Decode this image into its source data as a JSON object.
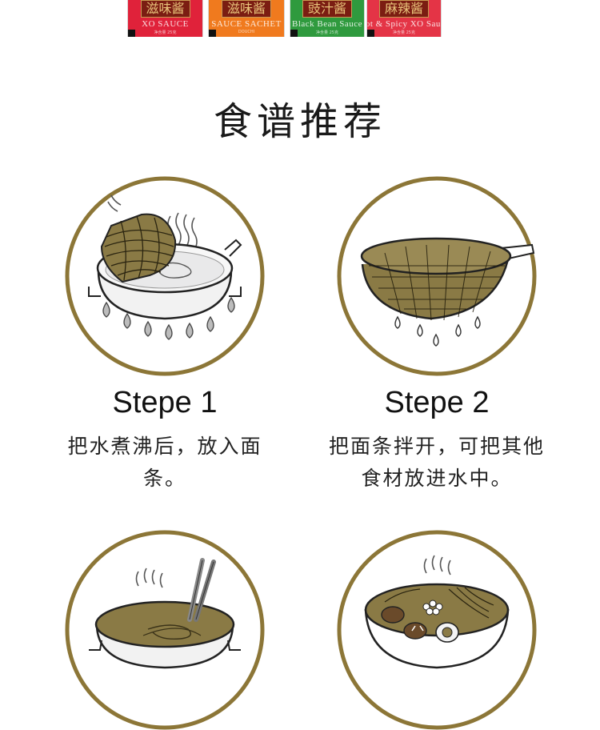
{
  "colors": {
    "circle_ring": "#8c7637",
    "noodle": "#8a7a45",
    "sachet_red": "#e0223a",
    "sachet_orange": "#f07a1e",
    "sachet_green": "#2f9a3e",
    "sachet_crimson": "#e43446"
  },
  "sachets": [
    {
      "brand": "滋味酱",
      "sub": "XO SAUCE",
      "tiny": "净含量 25克"
    },
    {
      "brand": "滋味酱",
      "sub": "SAUCE SACHET",
      "tiny": "DOUCHI"
    },
    {
      "brand": "豉汁酱",
      "sub": "Black Bean Sauce",
      "tiny": "净含量 25克"
    },
    {
      "brand": "麻辣酱",
      "sub": "Hot & Spicy XO Sauce",
      "tiny": "净含量 25克"
    }
  ],
  "section": {
    "title": "食谱推荐"
  },
  "steps": [
    {
      "title": "Stepe 1",
      "desc_line1": "把水煮沸后，放入面",
      "desc_line2": "条。",
      "icon": "boiling-pot-icon"
    },
    {
      "title": "Stepe 2",
      "desc_line1": "把面条拌开，可把其他",
      "desc_line2": "食材放进水中。",
      "icon": "strainer-icon"
    },
    {
      "title": "",
      "icon": "soup-pot-chopsticks-icon"
    },
    {
      "title": "",
      "icon": "noodle-bowl-icon"
    }
  ]
}
